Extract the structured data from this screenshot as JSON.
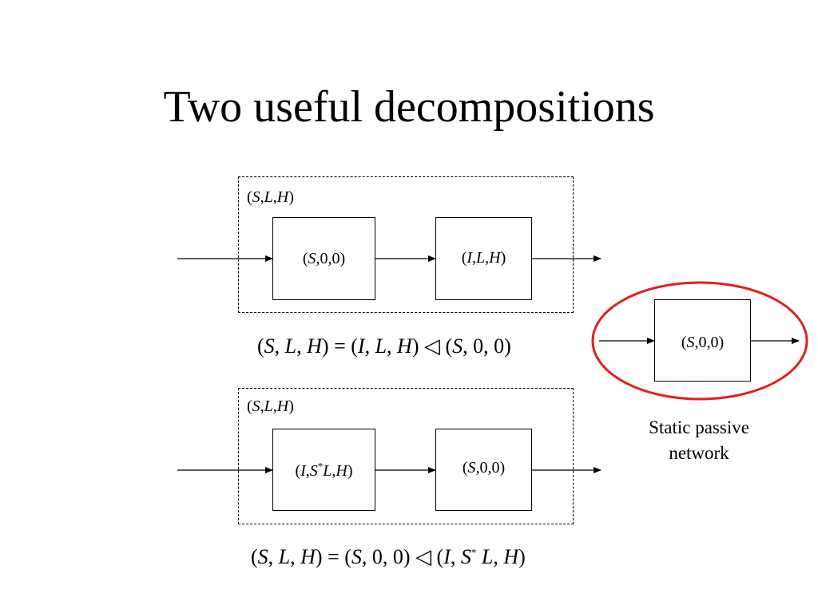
{
  "slide": {
    "title": "Two useful decompositions"
  },
  "top_decomposition": {
    "group_label": "(S,L,H)",
    "block_left": "(S,0,0)",
    "block_right": "(I,L,H)",
    "equation": "(S, L, H) = (I, L, H) ◁ (S, 0, 0)"
  },
  "bottom_decomposition": {
    "group_label": "(S,L,H)",
    "block_left": "(I,S*L,H)",
    "block_right": "(S,0,0)",
    "equation": "(S, L, H) = (S, 0, 0) ◁ (I, S* L, H)"
  },
  "highlight": {
    "block": "(S,0,0)",
    "caption_line1": "Static passive",
    "caption_line2": "network",
    "ring_color": "#e02020"
  }
}
